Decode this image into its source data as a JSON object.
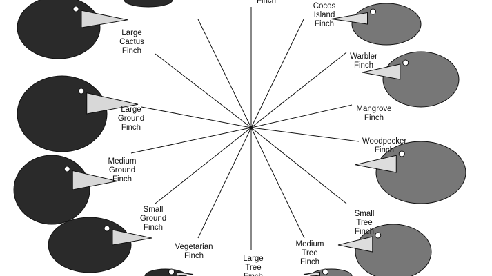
{
  "title": "Darwin's Finches",
  "labels": {
    "top": "Finch",
    "cocos": "Cocos\nIsland\nFinch",
    "large_cactus": "Large\nCactus\nFinch",
    "warbler": "Warbler\nFinch",
    "large_ground": "Large\nGround\nFinch",
    "mangrove": "Mangrove\nFinch",
    "woodpecker": "Woodpecker\nFinch",
    "medium_ground": "Medium\nGround\nFinch",
    "small_ground": "Small\nGround\nFinch",
    "small_tree": "Small\nTree\nFinch",
    "vegetarian": "Vegetarian\nFinch",
    "medium_tree": "Medium\nTree\nFinch",
    "large_tree": "Large\nTree\nFinch"
  },
  "colors": {
    "ink": "#111111",
    "bird": "#2a2a2a",
    "beak": "#d8d8d8"
  }
}
